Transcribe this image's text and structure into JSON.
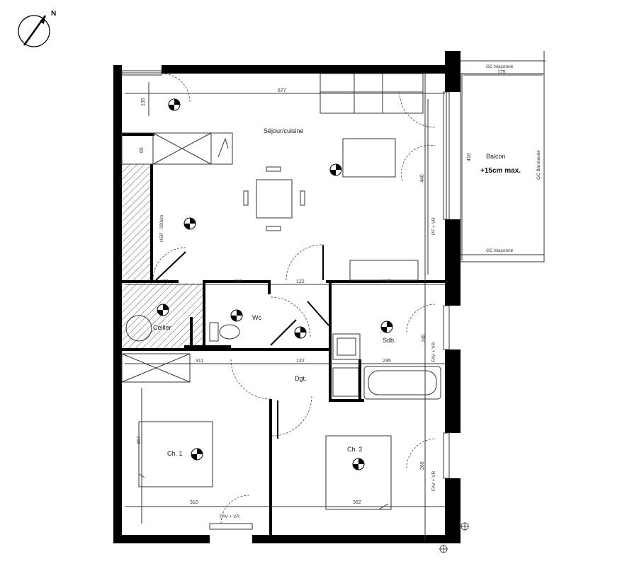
{
  "compass": {
    "north_label": "N"
  },
  "rooms": {
    "sejour": "Séjour/cuisine",
    "wc": "Wc",
    "sdb": "Sdb.",
    "dgt": "Dgt.",
    "ch1": "Ch. 1",
    "ch2": "Ch. 2",
    "cellier": "Cellier",
    "balcon": "Balcon"
  },
  "balcony": {
    "note": "+15cm max.",
    "gc_top": "GC Maçonné",
    "gc_bottom": "GC Maçonné",
    "gc_side": "GC Barreaudé"
  },
  "window_labels": {
    "sejour": "PF + VR",
    "sdb": "FAV + VR",
    "ch2": "FAV + VR",
    "ch1": "FAV + VR"
  },
  "hsp_note": "HSP : 220cm",
  "dimensions": {
    "balcony_w": "175",
    "balcony_h": "410",
    "sejour_w": "677",
    "sejour_h": "440",
    "top_left_130": "130",
    "cabinet_65": "65",
    "cellier_175": "175",
    "wc_130": "130",
    "wc_122": "122",
    "sdb_235_top": "235",
    "sdb_245": "245",
    "ch1_top_311": "311",
    "dgt_122": "122",
    "sdb_235_bottom": "235",
    "ch1_h_367": "367",
    "ch1_w_310": "310",
    "ch2_w_362": "362",
    "ch2_260": "260"
  },
  "colors": {
    "wall": "#000000",
    "line": "#333333",
    "hatch": "#555555"
  }
}
